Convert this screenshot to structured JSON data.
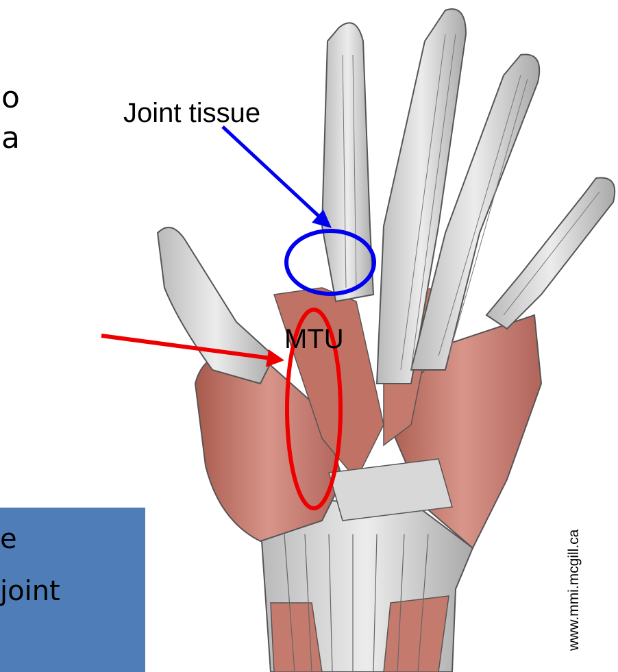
{
  "slide": {
    "fragment_line_1": "o",
    "fragment_line_2": "a",
    "box_line_1": "e",
    "box_line_2": "joint",
    "box_color": "#4e7db8"
  },
  "annotations": {
    "joint_label": "Joint tissue",
    "joint_color": "#0000ee",
    "mtu_label": "MTU",
    "mtu_color": "#ee0000"
  },
  "image": {
    "subject": "anatomical illustration of the palm of the hand (muscles and tendons)",
    "source": "www.mmi.mcgill.ca"
  }
}
